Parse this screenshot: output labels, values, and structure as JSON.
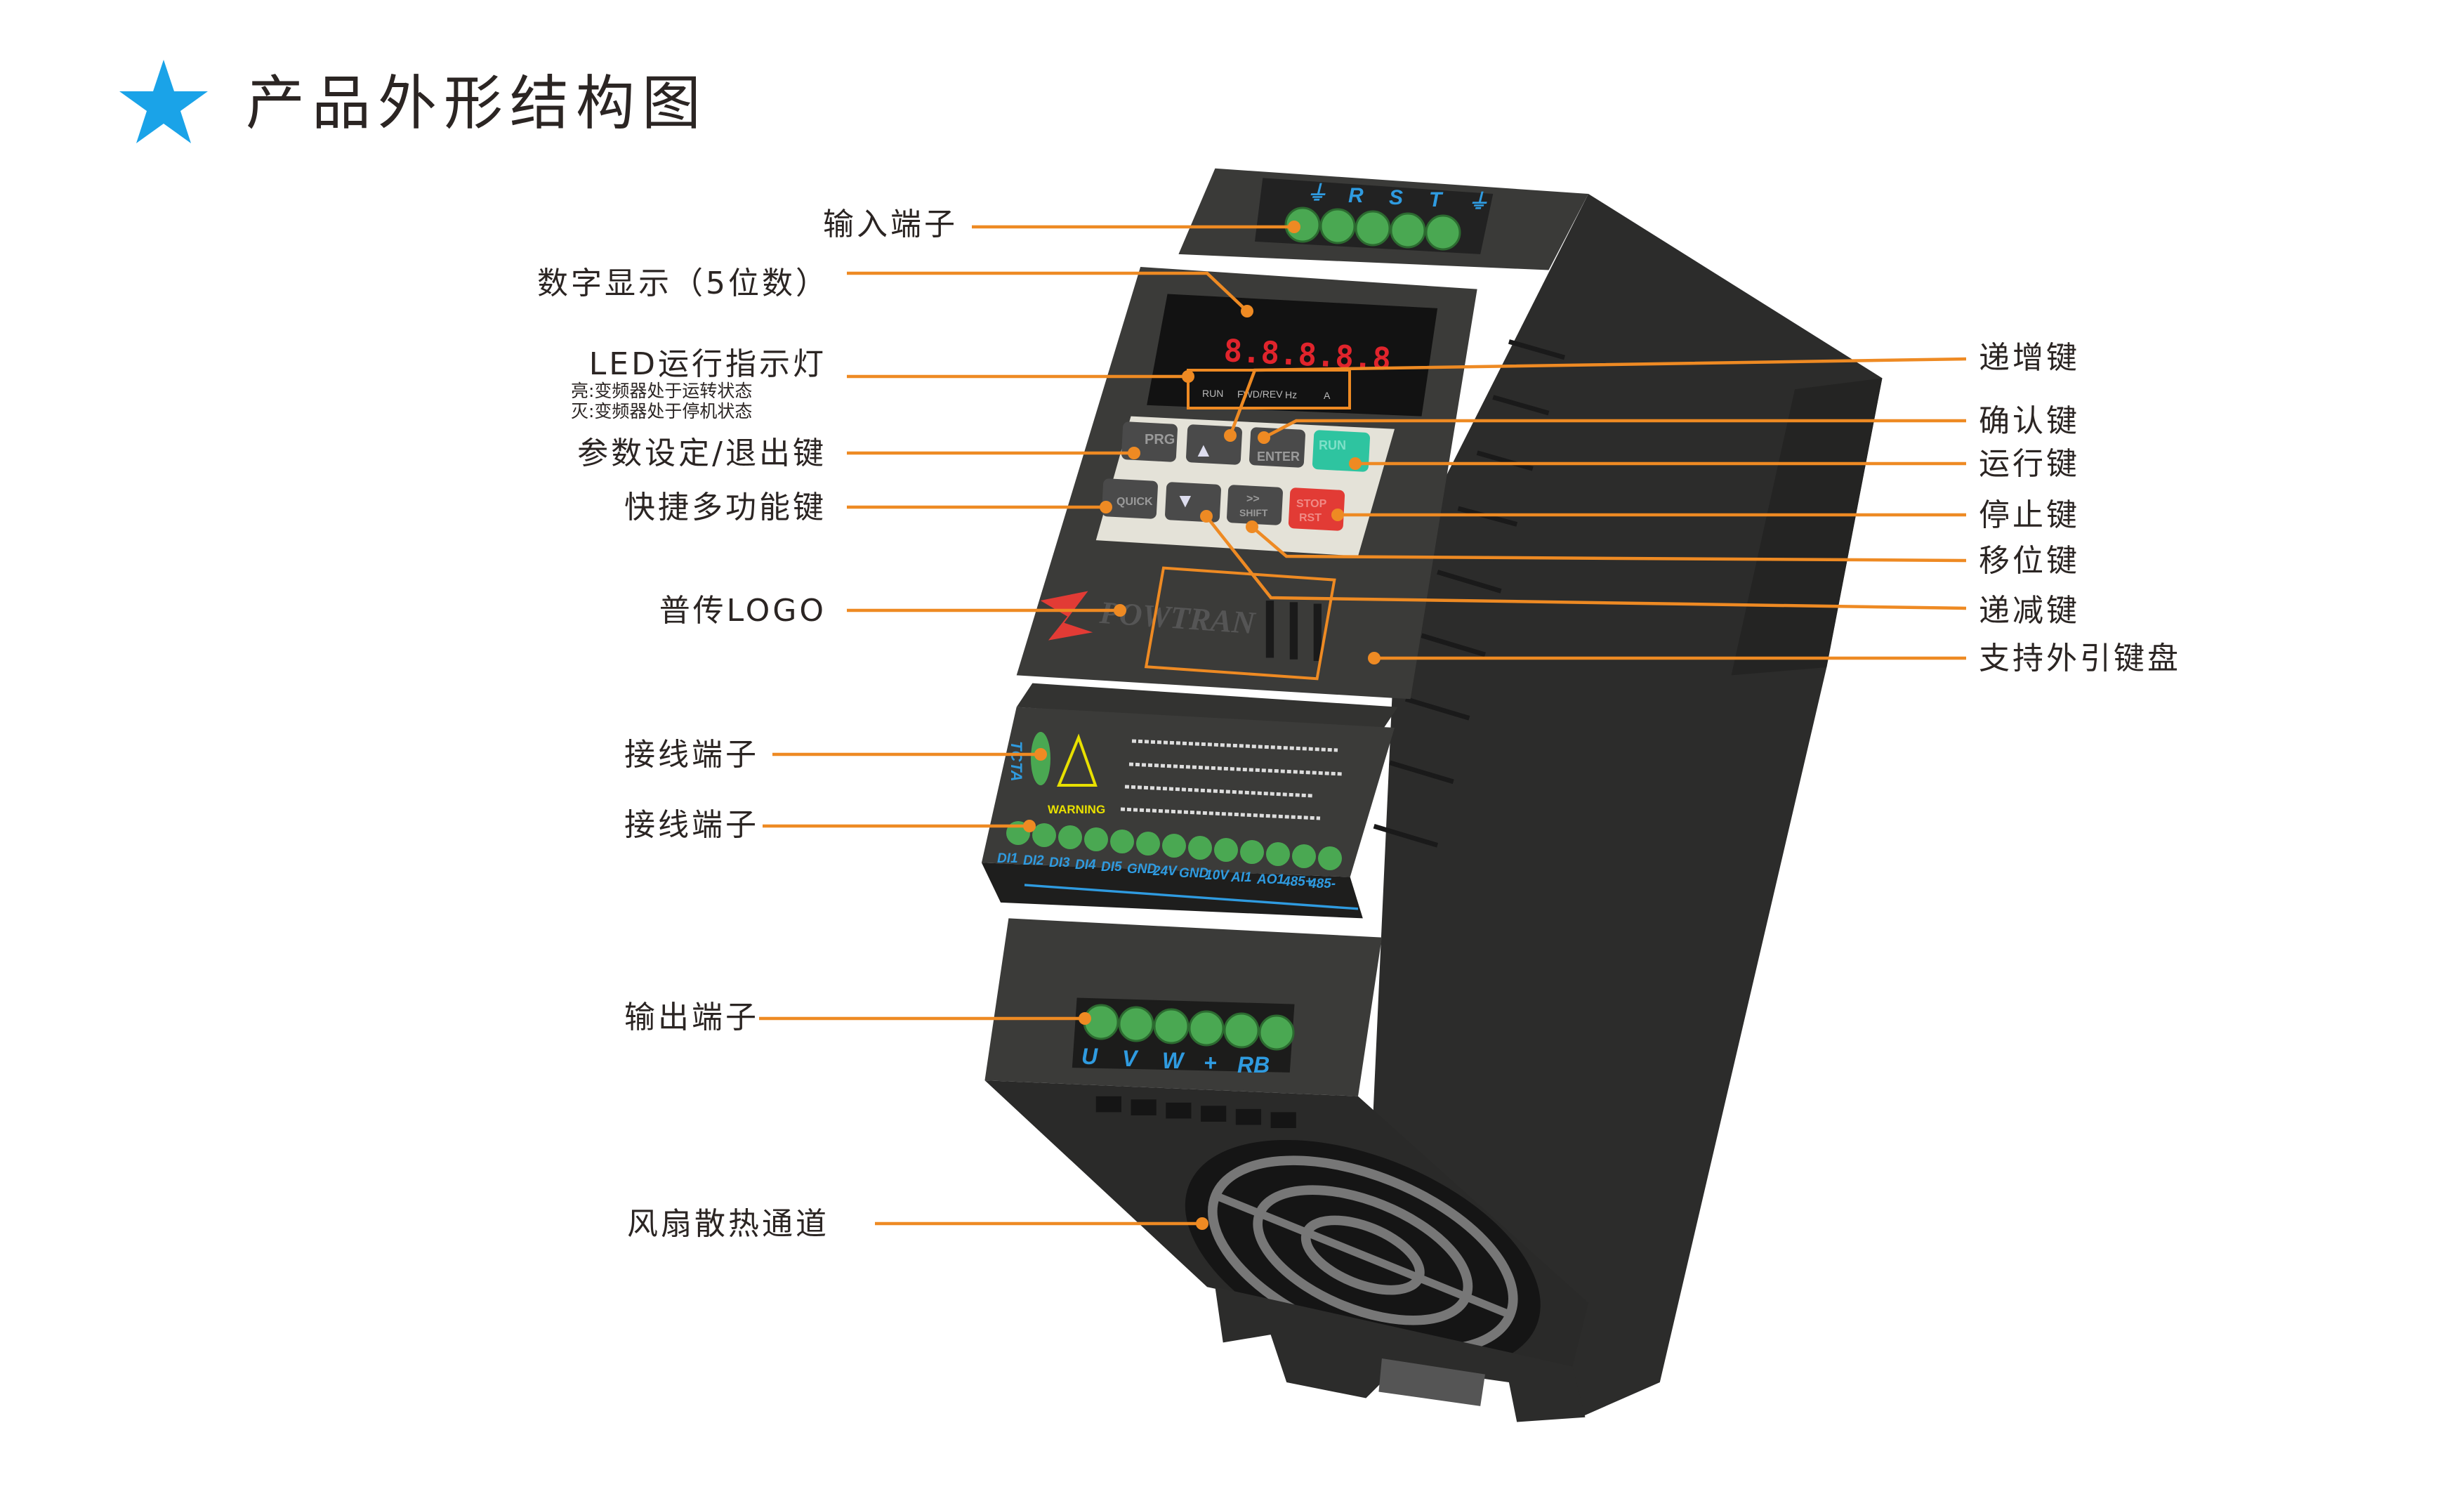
{
  "header": {
    "title": "产品外形结构图",
    "icon": "star-icon",
    "icon_color": "#1aa3e8"
  },
  "colors": {
    "leader_line": "#ee8a23",
    "body": "#3a3a38",
    "terminal": "#4aa852",
    "run_key": "#2ec4a0",
    "stop_key": "#e23b35",
    "display_digits": "#e0242c",
    "terminal_text": "#2f9be0"
  },
  "left_labels": {
    "input_terminal": "输入端子",
    "digital_display": "数字显示（5位数）",
    "led_indicator": "LED运行指示灯",
    "led_on": "亮:变频器处于运转状态",
    "led_off": "灭:变频器处于停机状态",
    "prg_key": "参数设定/退出键",
    "quick_key": "快捷多功能键",
    "logo": "普传LOGO",
    "wiring_terminal_1": "接线端子",
    "wiring_terminal_2": "接线端子",
    "output_terminal": "输出端子",
    "fan": "风扇散热通道"
  },
  "right_labels": {
    "up_key": "递增键",
    "enter_key": "确认键",
    "run_key": "运行键",
    "stop_key": "停止键",
    "shift_key": "移位键",
    "down_key": "递减键",
    "external_keypad": "支持外引键盘"
  },
  "device": {
    "input_terminals": [
      "⏚",
      "R",
      "S",
      "T",
      "⏚"
    ],
    "display": "8.8.8.8.8",
    "indicators": [
      "RUN",
      "FWD/REV",
      "Hz",
      "A"
    ],
    "keys": {
      "prg": "PRG",
      "up": "▲",
      "enter": "ENTER",
      "run": "RUN",
      "quick": "QUICK",
      "down": "▼",
      "shift_arrows": ">>",
      "shift": "SHIFT",
      "stop": "STOP",
      "rst": "RST"
    },
    "brand": "POWTRAN",
    "relay_terminals": [
      "TC",
      "TA"
    ],
    "warning": "WARNING",
    "control_terminals": [
      "DI1",
      "DI2",
      "DI3",
      "DI4",
      "DI5",
      "GND",
      "24V",
      "GND",
      "10V",
      "AI1",
      "AO1",
      "485+",
      "485-"
    ],
    "output_terminals": [
      "U",
      "V",
      "W",
      "+",
      "RB"
    ]
  }
}
